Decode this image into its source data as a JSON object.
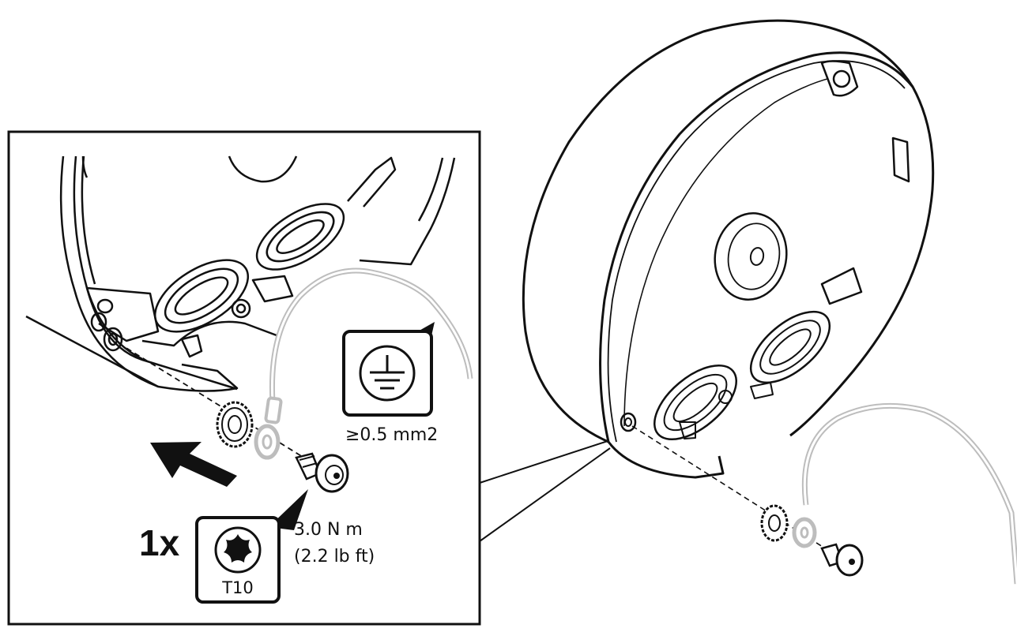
{
  "detail": {
    "quantity_label": "1x",
    "torque_line_1": "3.0 N m",
    "torque_line_2": "(2.2 lb ft)",
    "driver_label": "T10",
    "wire_spec": "≥0.5 mm2"
  },
  "icons": {
    "ground": "protective-earth-ground-icon",
    "driver": "torx-bit-icon",
    "arrow": "push-direction-arrow-icon"
  },
  "colors": {
    "line": "#111111",
    "wire": "#b5b5b5",
    "background": "#ffffff"
  }
}
